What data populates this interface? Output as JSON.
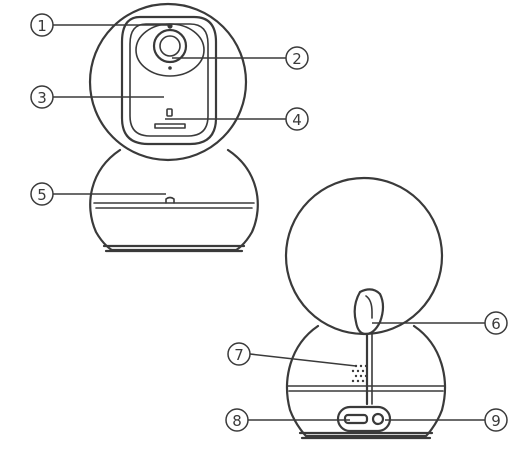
{
  "colors": {
    "stroke": "#3a3a3a",
    "background": "#ffffff"
  },
  "callouts": [
    {
      "label": "1"
    },
    {
      "label": "2"
    },
    {
      "label": "3"
    },
    {
      "label": "4"
    },
    {
      "label": "5"
    },
    {
      "label": "6"
    },
    {
      "label": "7"
    },
    {
      "label": "8"
    },
    {
      "label": "9"
    }
  ]
}
